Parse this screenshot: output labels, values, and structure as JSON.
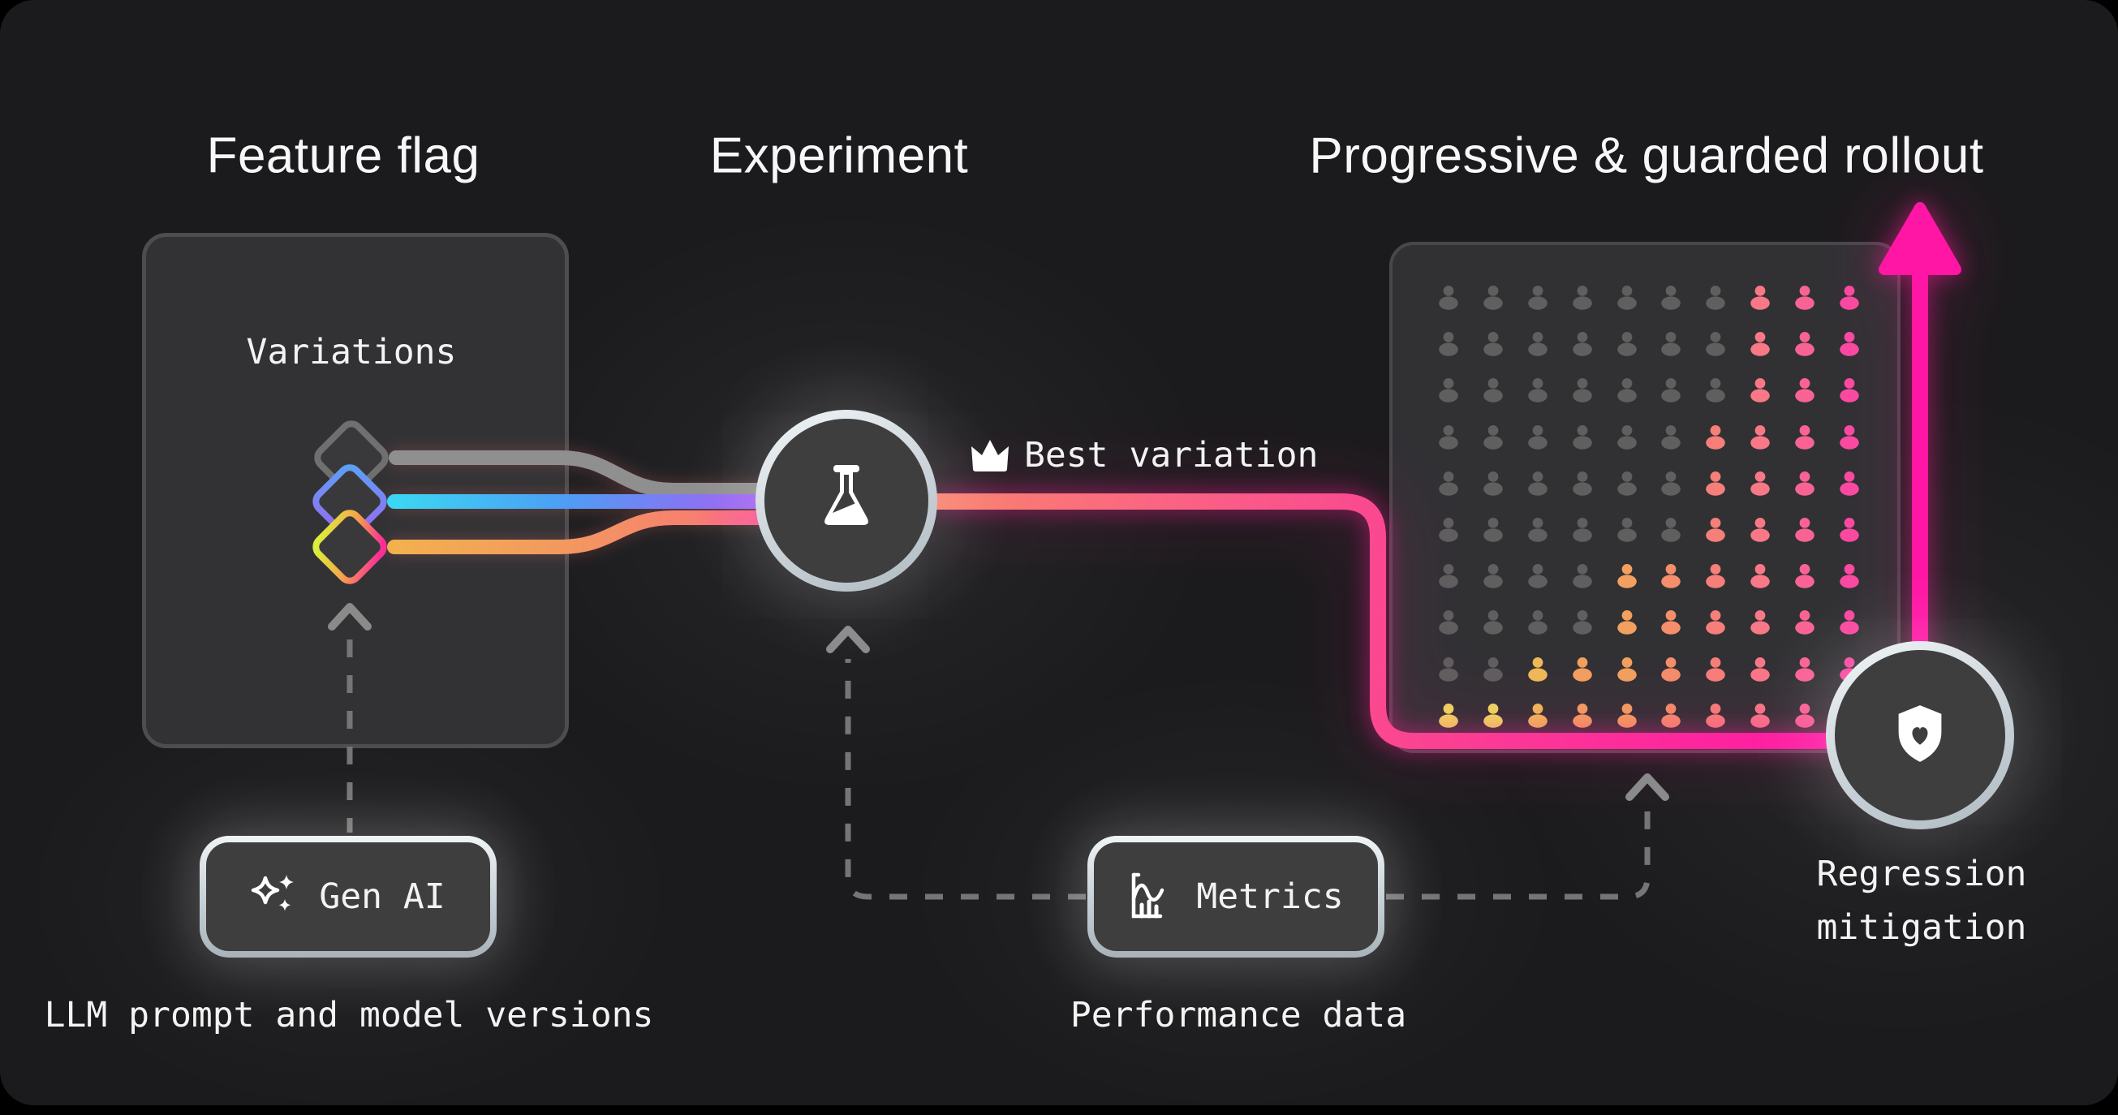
{
  "sections": {
    "feature_flag": {
      "title": "Feature flag"
    },
    "experiment": {
      "title": "Experiment",
      "icon": "flask-icon"
    },
    "rollout": {
      "title": "Progressive & guarded rollout"
    }
  },
  "variations_box": {
    "label": "Variations",
    "icon": "layered-diamonds-icon"
  },
  "gen_ai": {
    "label": "Gen AI",
    "caption": "LLM prompt and model versions",
    "icon": "sparkles-icon"
  },
  "metrics": {
    "label": "Metrics",
    "caption": "Performance data",
    "icon": "bar-chart-icon"
  },
  "best_variation": {
    "label": "Best variation",
    "icon": "crown-icon"
  },
  "regression": {
    "line1": "Regression",
    "line2": "mitigation",
    "icon": "shield-heart-icon"
  },
  "colors": {
    "accent_pink": "#FF16A4",
    "salmon": "#F9836E",
    "cyan": "#3BD7F2",
    "blue": "#4C9FF5",
    "purple": "#A55EF2",
    "amber": "#F3B04F",
    "lime": "#DDED3B",
    "magenta": "#FA2E96",
    "gray_line": "#8F8F8F",
    "dash_gray": "#757575",
    "node_bg": "#3E3E3E"
  },
  "rollout_grid": {
    "rows": 10,
    "cols": 10,
    "icon": "person-icon",
    "palette": {
      "g": "#5F5F5F",
      "y": "#EFD95F",
      "yo": "#F0BA58",
      "o": "#F2A05F",
      "os": "#F48E6B",
      "s": "#F67F79",
      "sp": "#F87887",
      "p": "#F96394",
      "m": "#FA4AA1"
    },
    "cells": [
      [
        "g",
        "g",
        "g",
        "g",
        "g",
        "g",
        "g",
        "sp",
        "p",
        "m"
      ],
      [
        "g",
        "g",
        "g",
        "g",
        "g",
        "g",
        "g",
        "sp",
        "p",
        "m"
      ],
      [
        "g",
        "g",
        "g",
        "g",
        "g",
        "g",
        "g",
        "sp",
        "p",
        "m"
      ],
      [
        "g",
        "g",
        "g",
        "g",
        "g",
        "g",
        "s",
        "sp",
        "p",
        "m"
      ],
      [
        "g",
        "g",
        "g",
        "g",
        "g",
        "g",
        "s",
        "sp",
        "p",
        "m"
      ],
      [
        "g",
        "g",
        "g",
        "g",
        "g",
        "g",
        "s",
        "sp",
        "p",
        "m"
      ],
      [
        "g",
        "g",
        "g",
        "g",
        "o",
        "os",
        "s",
        "sp",
        "p",
        "m"
      ],
      [
        "g",
        "g",
        "g",
        "g",
        "o",
        "os",
        "s",
        "sp",
        "p",
        "m"
      ],
      [
        "g",
        "g",
        "yo",
        "o",
        "o",
        "os",
        "s",
        "sp",
        "p",
        "m"
      ],
      [
        "y",
        "y",
        "yo",
        "o",
        "o",
        "os",
        "s",
        "sp",
        "p",
        "m"
      ]
    ]
  }
}
